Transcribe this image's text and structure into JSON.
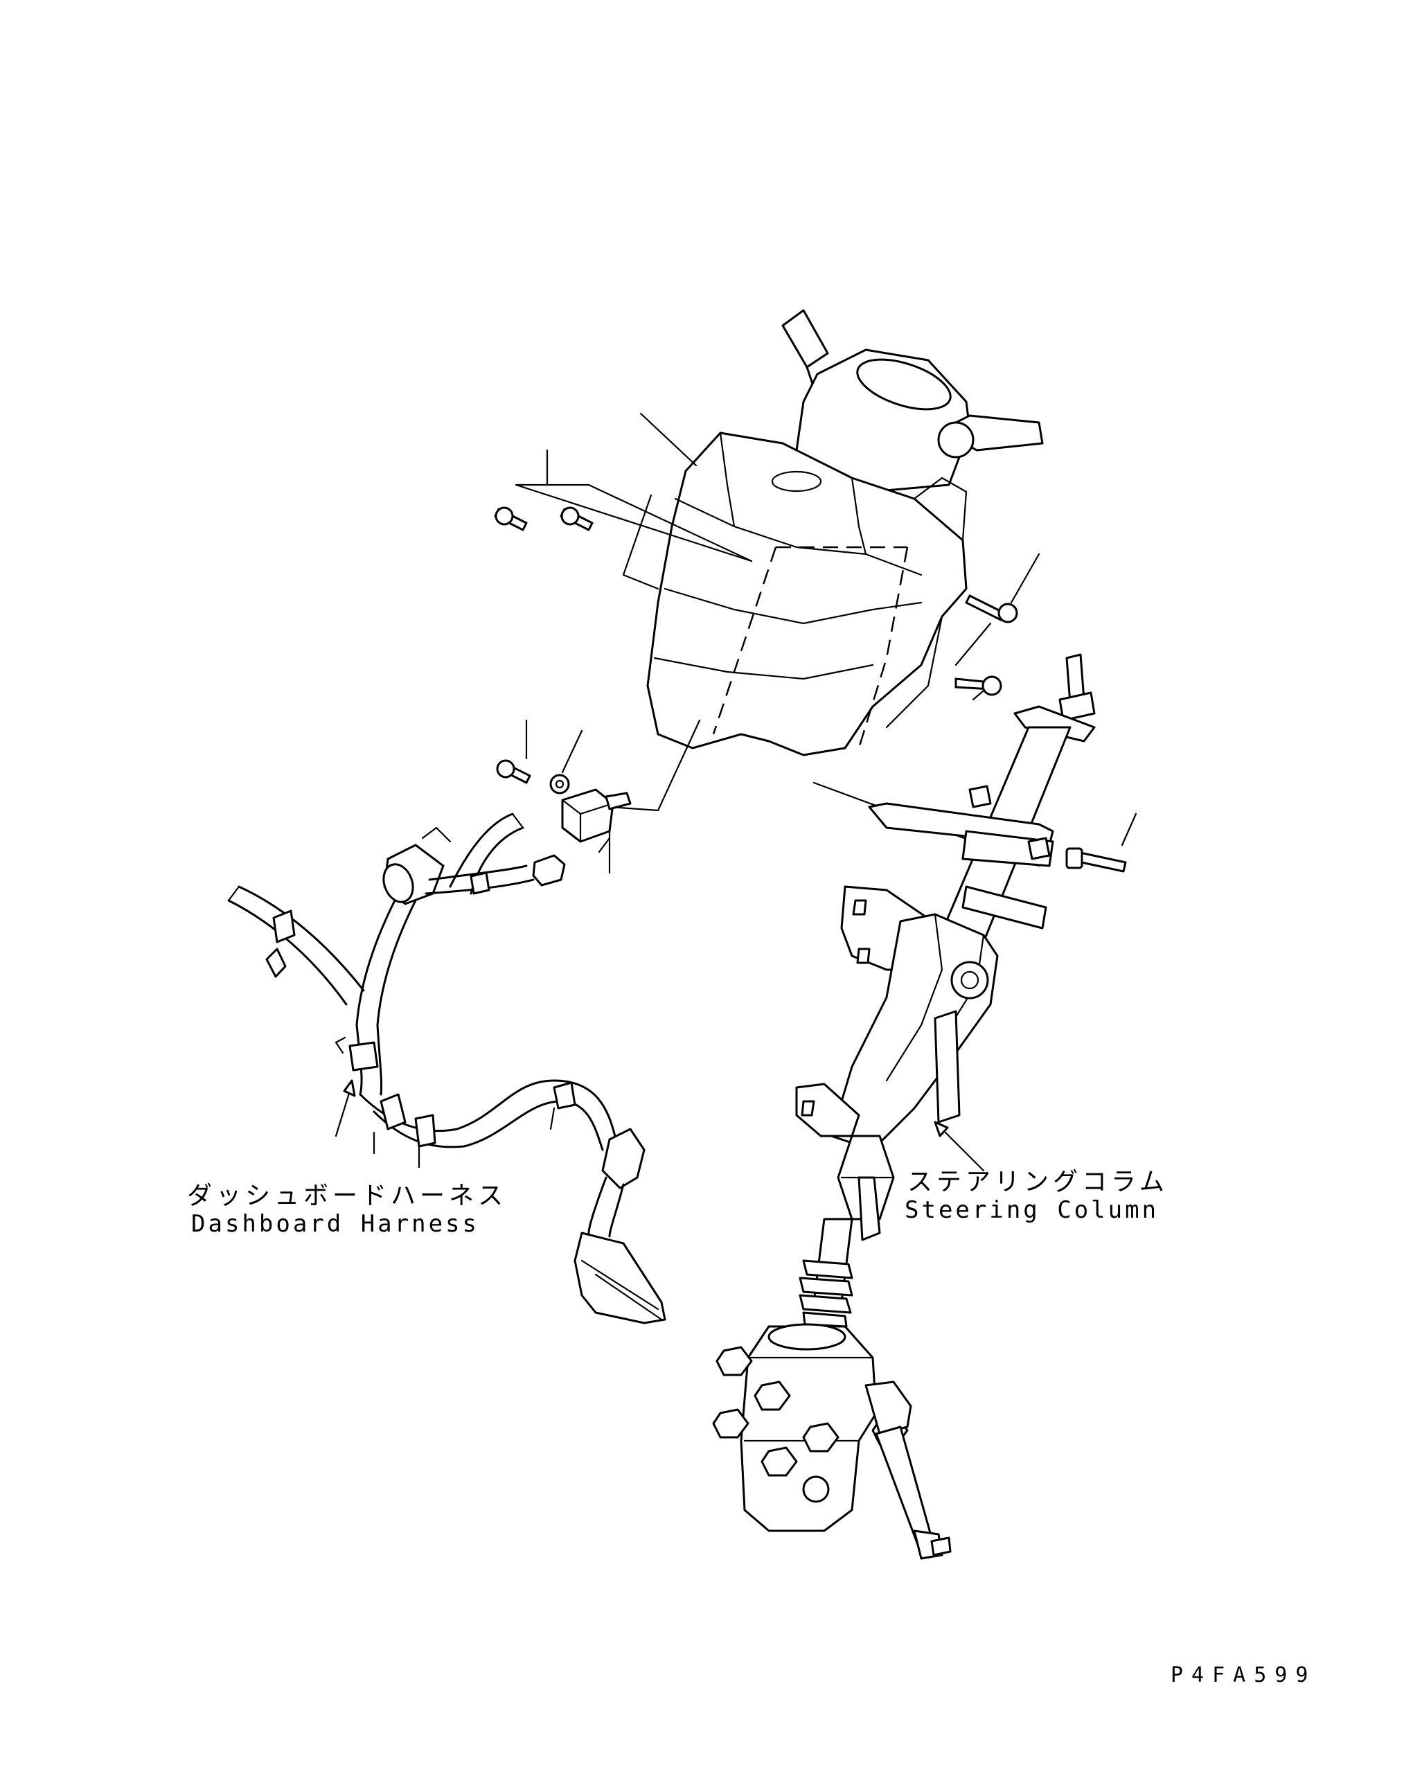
{
  "callouts": {
    "dashboard_harness": {
      "ja": "ダッシュボードハーネス",
      "en": "Dashboard Harness"
    },
    "steering_column": {
      "ja": "ステアリングコラム",
      "en": "Steering Column"
    }
  },
  "figure_code": "P4FA599",
  "colors": {
    "ink": "#000000",
    "paper": "#ffffff"
  }
}
